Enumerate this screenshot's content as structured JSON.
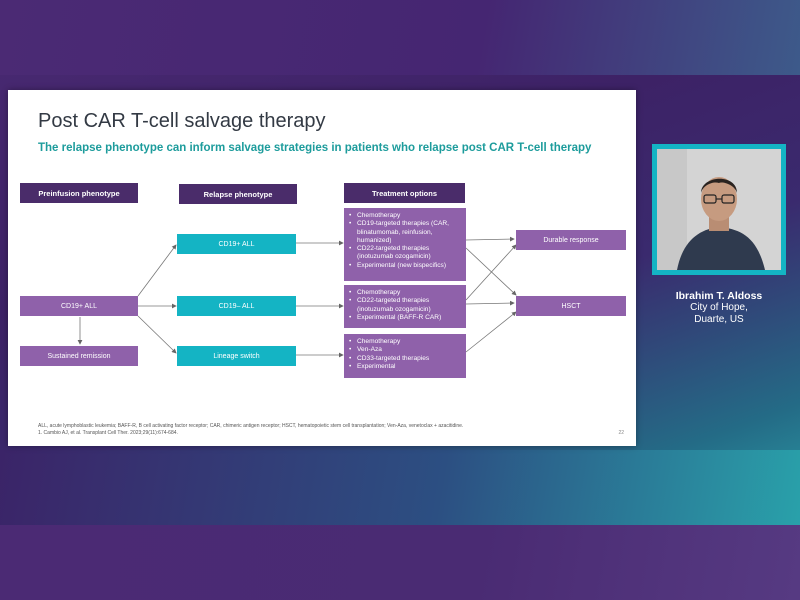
{
  "slide": {
    "title": "Post CAR T-cell salvage therapy",
    "subtitle": "The relapse phenotype can inform salvage strategies in patients who relapse post CAR T-cell therapy",
    "headers": {
      "preinfusion": "Preinfusion phenotype",
      "relapse": "Relapse phenotype",
      "treatment": "Treatment options"
    },
    "preinfusion_box": "CD19+ ALL",
    "remission_box": "Sustained remission",
    "relapse_boxes": [
      "CD19+ ALL",
      "CD19– ALL",
      "Lineage switch"
    ],
    "treatment_lists": [
      [
        "Chemotherapy",
        "CD19-targeted therapies (CAR, blinatumomab, reinfusion, humanized)",
        "CD22-targeted therapies (inotuzumab ozogamicin)",
        "Experimental (new bispecifics)"
      ],
      [
        "Chemotherapy",
        "CD22-targeted therapies (inotuzumab ozogamicin)",
        "Experimental (BAFF-R CAR)"
      ],
      [
        "Chemotherapy",
        "Ven-Aza",
        "CD33-targeted therapies",
        "Experimental"
      ]
    ],
    "outcomes": [
      "Durable response",
      "HSCT"
    ],
    "footnote1": "ALL, acute lymphoblastic leukemia; BAFF-R, B cell activating factor receptor; CAR, chimeric antigen receptor; HSCT, hematopoietic stem cell transplantation; Ven-Aza, venetoclax + azacitidine.",
    "footnote2": "1. Cambio AJ, et al. Transplant Cell Ther. 2023;29(11):674-684.",
    "page_number": "22"
  },
  "speaker": {
    "name": "Ibrahim T. Aldoss",
    "affiliation_line1": "City of Hope,",
    "affiliation_line2": "Duarte, US"
  },
  "colors": {
    "header_purple": "#4a2c6a",
    "box_purple": "#8f61aa",
    "box_teal": "#14b4c4",
    "subtitle_teal": "#1d9c9c"
  }
}
